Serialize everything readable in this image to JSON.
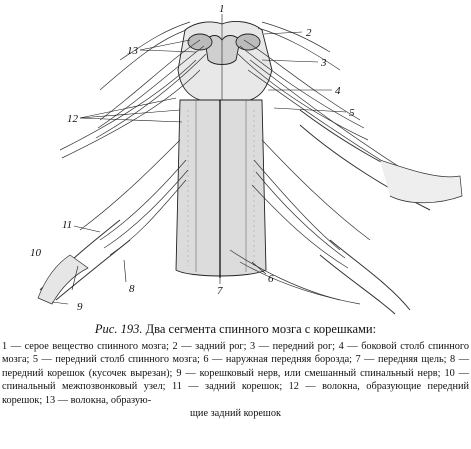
{
  "figure": {
    "labels": [
      {
        "id": "1",
        "text": "1"
      },
      {
        "id": "2",
        "text": "2"
      },
      {
        "id": "3",
        "text": "3"
      },
      {
        "id": "4",
        "text": "4"
      },
      {
        "id": "5",
        "text": "5"
      },
      {
        "id": "6",
        "text": "6"
      },
      {
        "id": "7",
        "text": "7"
      },
      {
        "id": "8",
        "text": "8"
      },
      {
        "id": "9",
        "text": "9"
      },
      {
        "id": "10",
        "text": "10"
      },
      {
        "id": "11",
        "text": "11"
      },
      {
        "id": "12",
        "text": "12"
      },
      {
        "id": "13",
        "text": "13"
      }
    ]
  },
  "caption": {
    "label": "Рис. 193.",
    "title": "Два сегмента спинного мозга с корешками:"
  },
  "legend": {
    "text": "1 — серое вещество спинного мозга; 2 — задний рог; 3 — передний рог; 4 — боковой столб спинного мозга; 5 — передний столб спинного мозга; 6 — наружная передняя борозда; 7 — передняя щель; 8 — передний корешок (кусочек вырезан); 9 — корешковый нерв, или смешанный спинальный нерв; 10 — спинальный межпозвонковый узел; 11 — задний корешок; 12 — волокна, образующие передний корешок; 13 — волокна, образую-",
    "last_line": "щие задний корешок"
  }
}
